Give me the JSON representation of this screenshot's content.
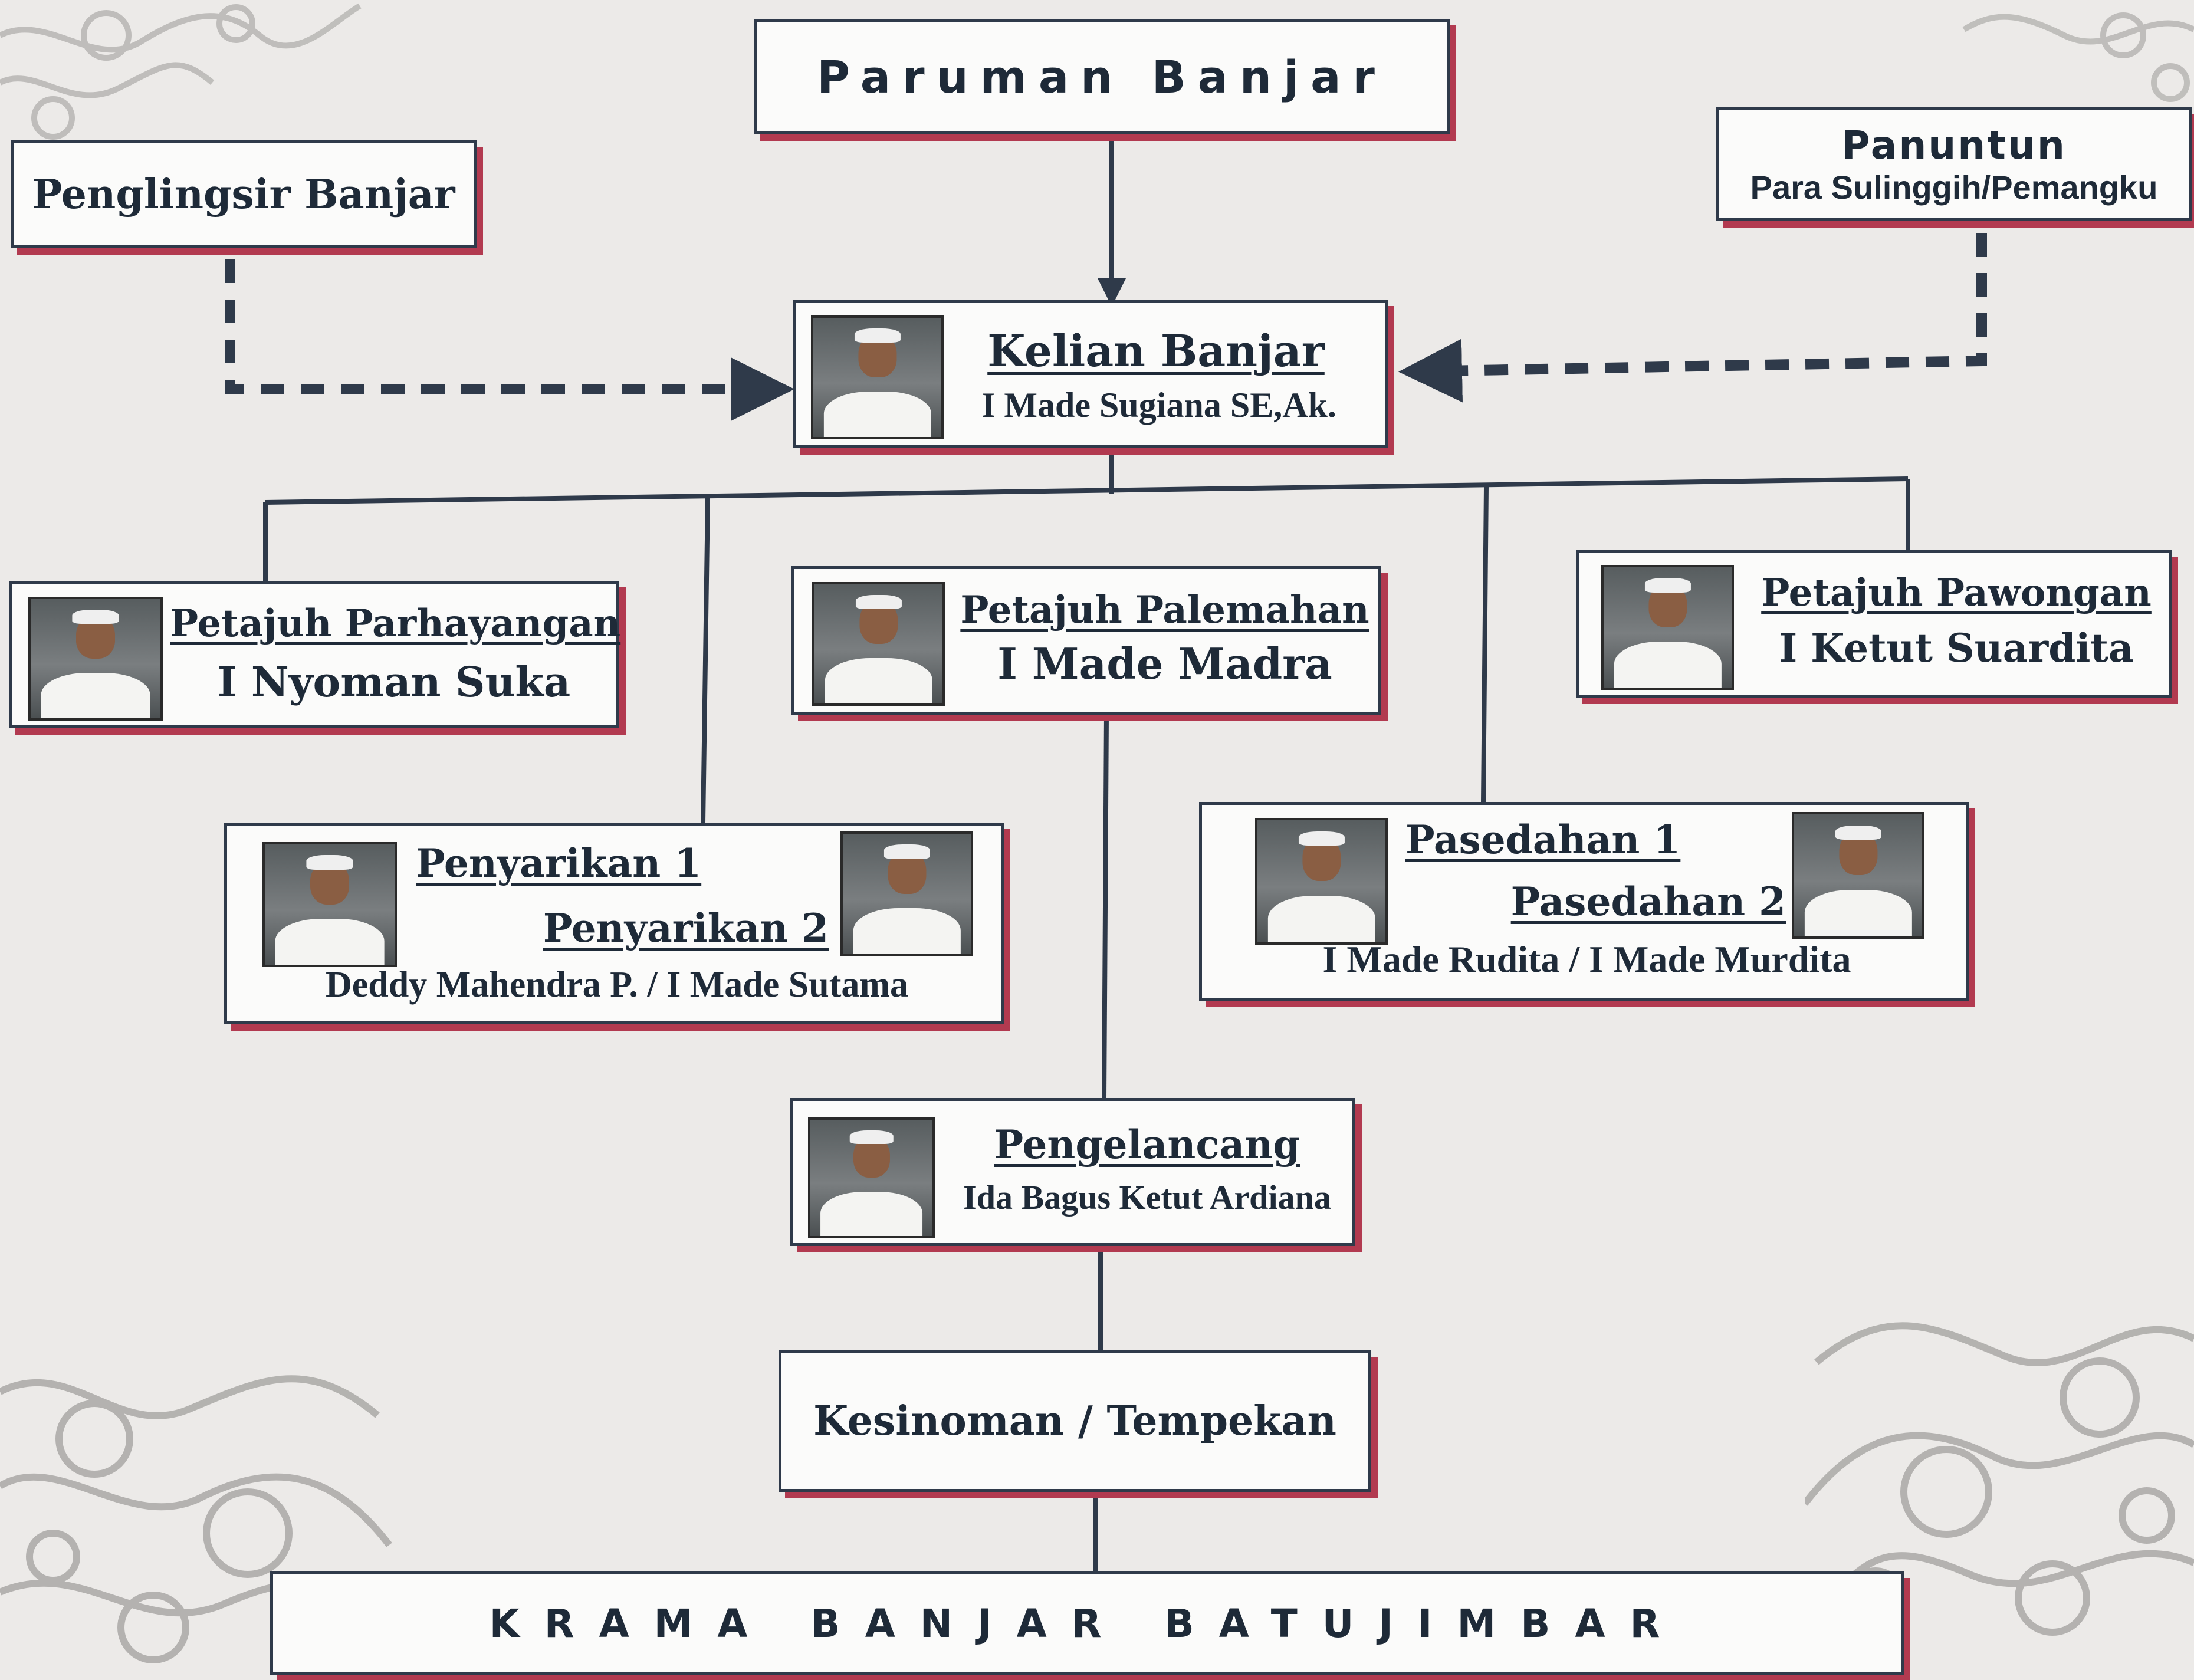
{
  "colors": {
    "border": "#2f3a4a",
    "shadow": "#b23a50",
    "box_bg": "#fbfbfa",
    "page_bg": "#eceae8"
  },
  "icons": {
    "photo": "person-photo-icon",
    "ornament": "floral-ornament"
  },
  "paruman": {
    "title": "Paruman Banjar"
  },
  "penglingsir": {
    "title": "Penglingsir Banjar"
  },
  "panuntun": {
    "title": "Panuntun",
    "subtitle": "Para Sulinggih/Pemangku"
  },
  "kelian": {
    "role": "Kelian Banjar",
    "name": "I Made Sugiana SE,Ak."
  },
  "parhayangan": {
    "role": "Petajuh Parhayangan",
    "name": "I Nyoman Suka"
  },
  "palemahan": {
    "role": "Petajuh Palemahan",
    "name": "I Made Madra"
  },
  "pawongan": {
    "role": "Petajuh Pawongan",
    "name": "I Ketut Suardita"
  },
  "penyarikan": {
    "role1": "Penyarikan 1",
    "role2": "Penyarikan 2",
    "names": "Deddy Mahendra P. / I Made Sutama"
  },
  "pasedahan": {
    "role1": "Pasedahan 1",
    "role2": "Pasedahan 2",
    "names": "I Made Rudita / I Made Murdita"
  },
  "pengelancang": {
    "role": "Pengelancang",
    "name": "Ida Bagus Ketut Ardiana"
  },
  "kesinoman": {
    "title": "Kesinoman / Tempekan"
  },
  "krama": {
    "title": "KRAMA BANJAR BATUJIMBAR"
  }
}
